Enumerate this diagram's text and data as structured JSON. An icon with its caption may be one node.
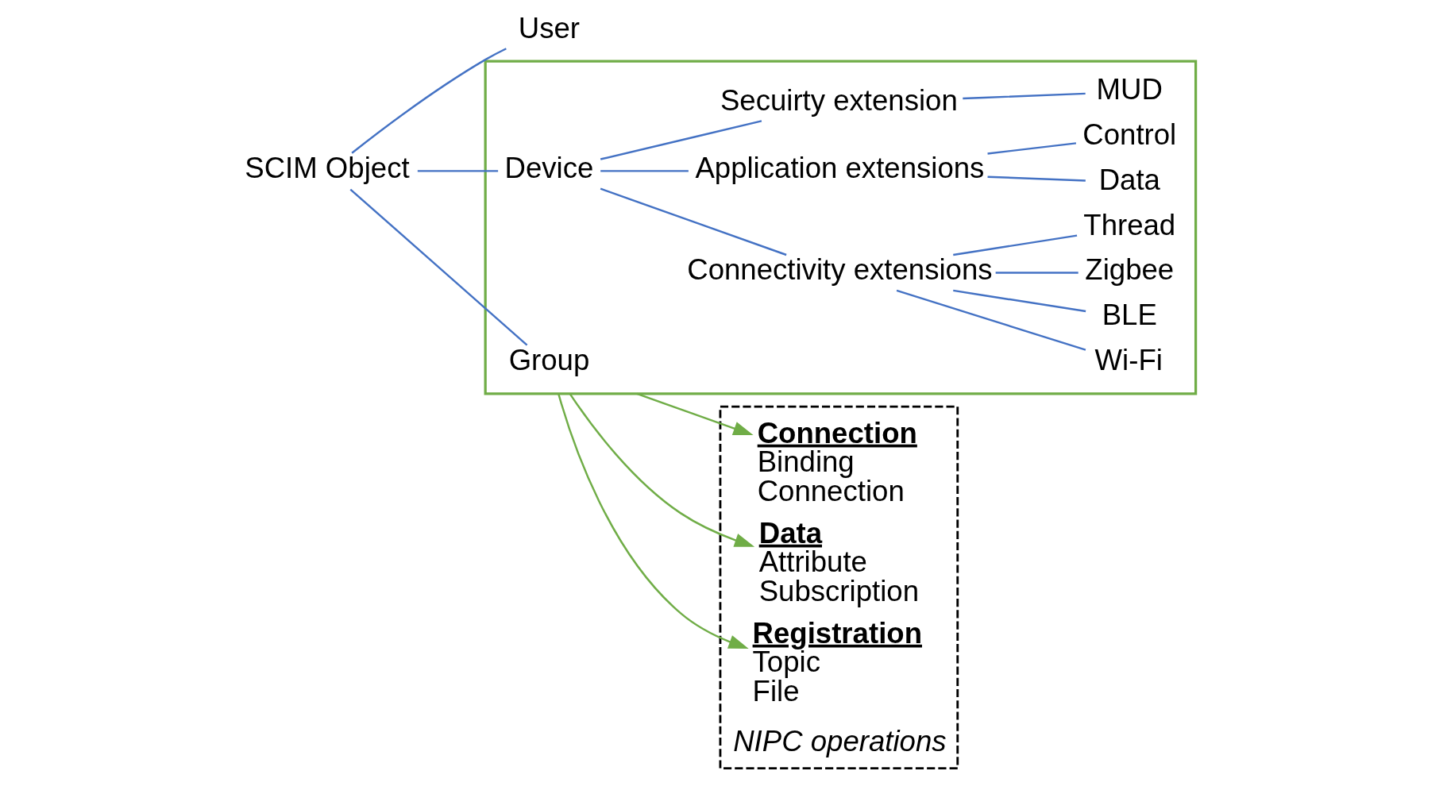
{
  "diagram": {
    "nodes": [
      {
        "text": [
          "SCIM Object"
        ]
      },
      {
        "text": [
          "User"
        ]
      },
      {
        "text": [],
        "shape": "box"
      },
      {
        "text": [
          "Group"
        ],
        "in": 2
      },
      {
        "text": [
          "Device"
        ],
        "in": 2
      },
      {
        "text": [
          "Connectivity extensions"
        ],
        "in": 2
      },
      {
        "text": [
          "BLE"
        ],
        "in": 2
      },
      {
        "text": [
          "Zigbee"
        ],
        "in": 2
      },
      {
        "text": [
          "Thread"
        ],
        "in": 2
      },
      {
        "text": [
          "Wi-Fi"
        ],
        "in": 2
      },
      {
        "text": [
          "Application extensions"
        ],
        "in": 2
      },
      {
        "text": [
          "Control"
        ],
        "in": 2
      },
      {
        "text": [
          "Data"
        ],
        "in": 2
      },
      {
        "text": [
          "Secuirty extension"
        ],
        "in": 2
      },
      {
        "text": [
          "MUD"
        ],
        "in": 2
      },
      {
        "text": [
          "NIPC operations"
        ]
      },
      {
        "text": [
          "Connection",
          "Binding",
          "Connection"
        ],
        "in": 15
      },
      {
        "text": [
          "Data",
          "Attribute",
          "Subscription"
        ],
        "in": 15
      },
      {
        "text": [
          "Registration",
          "Topic",
          "File"
        ],
        "in": 15
      }
    ],
    "edges": [
      {
        "from": 0,
        "to": 1,
        "arrow": "none"
      },
      {
        "from": 0,
        "to": 3,
        "arrow": "none"
      },
      {
        "from": 0,
        "to": 4,
        "arrow": "none"
      },
      {
        "from": 4,
        "to": 5,
        "arrow": "none"
      },
      {
        "from": 5,
        "to": 6,
        "arrow": "none"
      },
      {
        "from": 5,
        "to": 7,
        "arrow": "none"
      },
      {
        "from": 5,
        "to": 8,
        "arrow": "none"
      },
      {
        "from": 5,
        "to": 9,
        "arrow": "none"
      },
      {
        "from": 4,
        "to": 10,
        "arrow": "none"
      },
      {
        "from": 10,
        "to": 11,
        "arrow": "none"
      },
      {
        "from": 10,
        "to": 12,
        "arrow": "none"
      },
      {
        "from": 4,
        "to": 13,
        "arrow": "none"
      },
      {
        "from": 13,
        "to": 14,
        "arrow": "none"
      },
      {
        "from": 2,
        "to": 16,
        "arrow": "to",
        "color": "#70ad47"
      },
      {
        "from": 2,
        "to": 17,
        "arrow": "to",
        "color": "#70ad47"
      },
      {
        "from": 2,
        "to": 18,
        "arrow": "to",
        "color": "#70ad47"
      }
    ]
  }
}
